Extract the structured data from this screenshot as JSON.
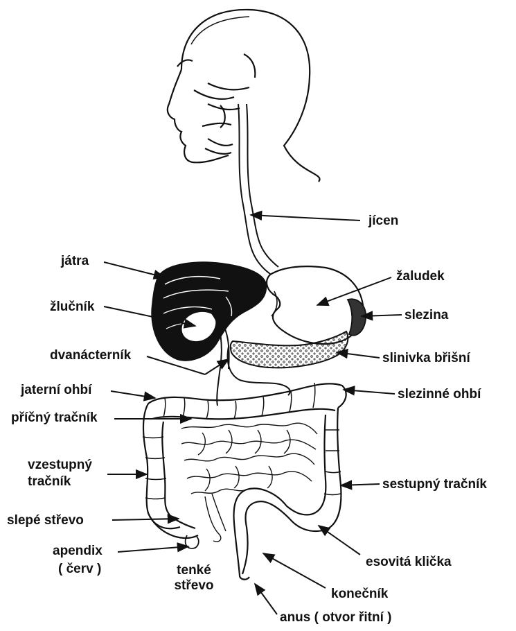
{
  "labels": {
    "jicen": "jícen",
    "jatra": "játra",
    "zaludek": "žaludek",
    "zlucnik": "žlučník",
    "slezina": "slezina",
    "dvanacternik": "dvanácterník",
    "slinivka": "slinivka břišní",
    "jaterni_ohbi": "jaterní ohbí",
    "slezinne_ohbi": "slezinné ohbí",
    "pricny": "příčný tračník",
    "vzestupny_1": "vzestupný",
    "vzestupny_2": "tračník",
    "sestupny": "sestupný tračník",
    "slepe": "slepé střevo",
    "apendix_1": "apendix",
    "apendix_2": "( červ )",
    "tenke_1": "tenké",
    "tenke_2": "střevo",
    "esovita": "esovitá klička",
    "konecnik": "konečník",
    "anus": "anus ( otvor řitní )"
  }
}
